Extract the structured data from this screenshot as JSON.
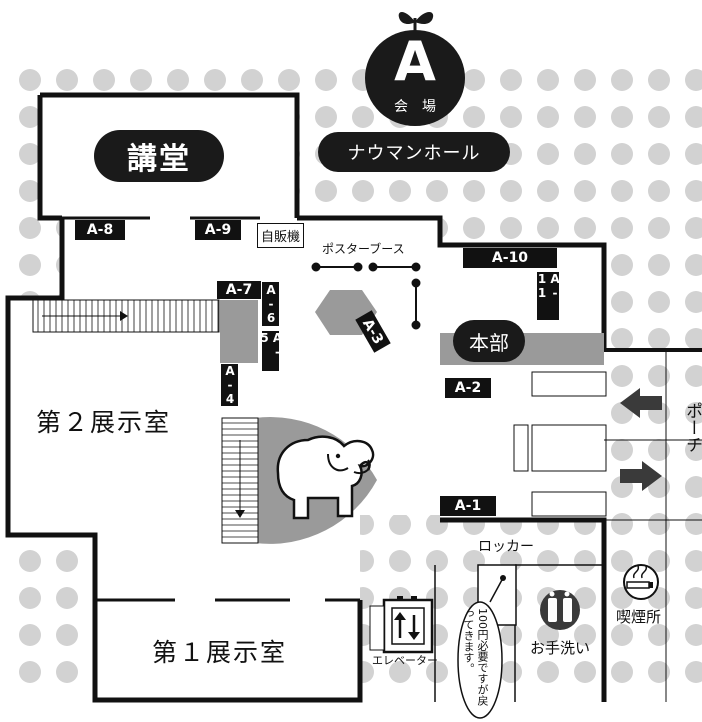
{
  "venue_badge": {
    "letter": "A",
    "label": "会　場"
  },
  "hall_name": "ナウマンホール",
  "rooms": {
    "auditorium": "講堂",
    "exhibition_2": "第２展示室",
    "exhibition_1": "第１展示室",
    "headquarters": "本部"
  },
  "spots": {
    "vending": "自販機",
    "poster_booth": "ポスターブース",
    "locker": "ロッカー",
    "elevator": "エレベーター",
    "toilet": "お手洗い",
    "smoking": "喫煙所",
    "porch": "ポーチ",
    "locker_note": "100円必要ですが戻ってきます。"
  },
  "area_tags": [
    "A-1",
    "A-2",
    "A-3",
    "A-4",
    "A-5",
    "A-6",
    "A-7",
    "A-8",
    "A-9",
    "A-10",
    "A-11"
  ],
  "colors": {
    "ink": "#111111",
    "gray": "#9a9a9a",
    "dot": "#d2d2d2",
    "white": "#ffffff"
  },
  "icons": [
    "sprout-icon",
    "elephant-icon",
    "arrow-left-icon",
    "arrow-right-icon",
    "toilet-icon",
    "smoking-icon",
    "elevator-icon"
  ]
}
